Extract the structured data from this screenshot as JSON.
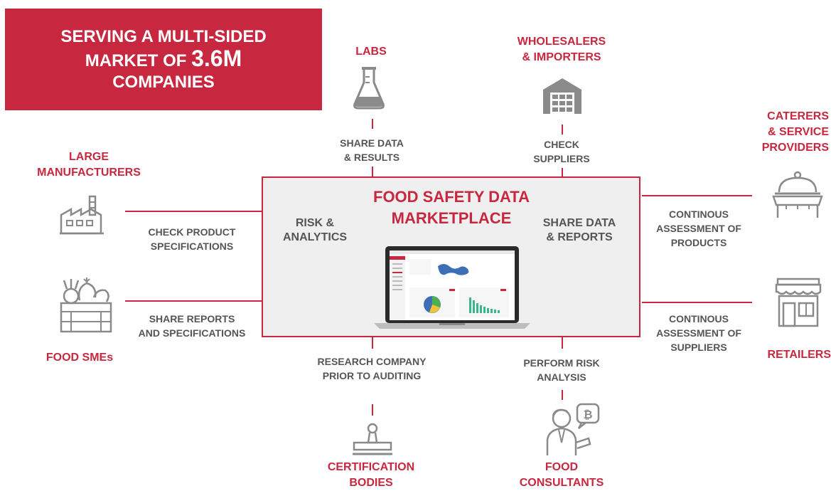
{
  "banner": {
    "line1": "SERVING A MULTI-SIDED",
    "line2_prefix": "MARKET OF ",
    "line2_number": "3.6M",
    "line3": "COMPANIES"
  },
  "center": {
    "title_line1": "FOOD SAFETY DATA",
    "title_line2": "MARKETPLACE",
    "left_line1": "RISK &",
    "left_line2": "ANALYTICS",
    "right_line1": "SHARE DATA",
    "right_line2": "& REPORTS"
  },
  "stakeholders": {
    "labs": {
      "name": "LABS",
      "action_line1": "SHARE DATA",
      "action_line2": "& RESULTS"
    },
    "wholesalers": {
      "name_line1": "WHOLESALERS",
      "name_line2": "& IMPORTERS",
      "action_line1": "CHECK",
      "action_line2": "SUPPLIERS"
    },
    "caterers": {
      "name_line1": "CATERERS",
      "name_line2": "& SERVICE",
      "name_line3": "PROVIDERS",
      "action_line1": "CONTINOUS",
      "action_line2": "ASSESSMENT OF",
      "action_line3": "PRODUCTS"
    },
    "retailers": {
      "name": "RETAILERS",
      "action_line1": "CONTINOUS",
      "action_line2": "ASSESSMENT OF",
      "action_line3": "SUPPLIERS"
    },
    "large_manufacturers": {
      "name_line1": "LARGE",
      "name_line2": "MANUFACTURERS",
      "action_line1": "CHECK PRODUCT",
      "action_line2": "SPECIFICATIONS"
    },
    "food_smes": {
      "name": "FOOD SMEs",
      "action_line1": "SHARE REPORTS",
      "action_line2": "AND SPECIFICATIONS"
    },
    "certification": {
      "name_line1": "CERTIFICATION",
      "name_line2": "BODIES",
      "action_line1": "RESEARCH COMPANY",
      "action_line2": "PRIOR TO AUDITING"
    },
    "consultants": {
      "name_line1": "FOOD",
      "name_line2": "CONSULTANTS",
      "action_line1": "PERFORM RISK",
      "action_line2": "ANALYSIS"
    }
  },
  "colors": {
    "accent": "#c8283f",
    "text_gray": "#555555",
    "box_fill": "#efefef"
  },
  "icons": [
    "flask-icon",
    "warehouse-icon",
    "food-cloche-icon",
    "store-icon",
    "factory-icon",
    "vegetable-crate-icon",
    "stamp-icon",
    "consultant-icon",
    "laptop-dashboard-icon"
  ]
}
